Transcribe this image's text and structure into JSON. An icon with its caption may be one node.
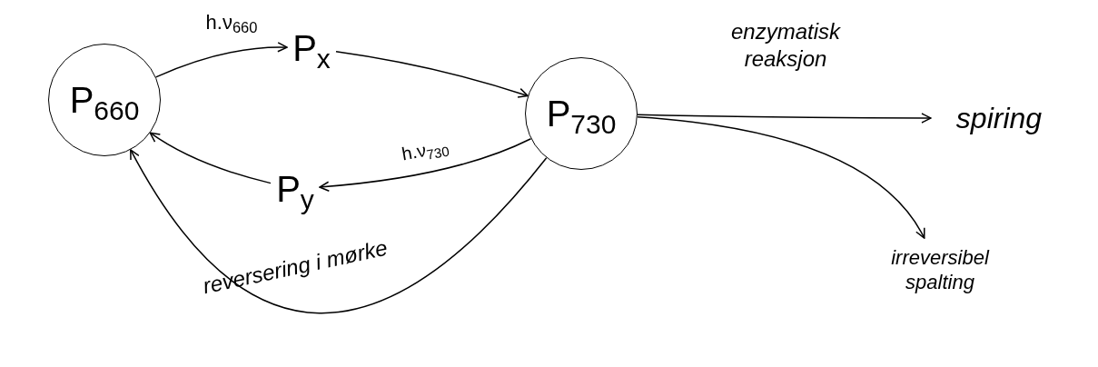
{
  "diagram": {
    "nodes": [
      {
        "text": [
          "P$_{660}$"
        ]
      },
      {
        "text": [
          "P$_{x}$"
        ]
      },
      {
        "text": [
          "P$_{730}$"
        ]
      },
      {
        "text": [
          "P$_{y}$"
        ]
      },
      {
        "text": [
          "spiring"
        ]
      },
      {
        "text": [
          "irreversibel spalting"
        ]
      }
    ],
    "edges": [
      {
        "from": 0,
        "to": 1,
        "arrow": "to",
        "label": "h.ν$_{660}$"
      },
      {
        "from": 1,
        "to": 2,
        "arrow": "to"
      },
      {
        "from": 2,
        "to": 3,
        "arrow": "to",
        "label": "h.ν$_{730}$"
      },
      {
        "from": 3,
        "to": 0,
        "arrow": "to"
      },
      {
        "from": 2,
        "to": 0,
        "arrow": "to",
        "label": "reversering i mørke"
      },
      {
        "from": 2,
        "to": 4,
        "arrow": "to",
        "label": "enzymatisk reaksjon"
      },
      {
        "from": 2,
        "to": 5,
        "arrow": "to"
      }
    ]
  }
}
